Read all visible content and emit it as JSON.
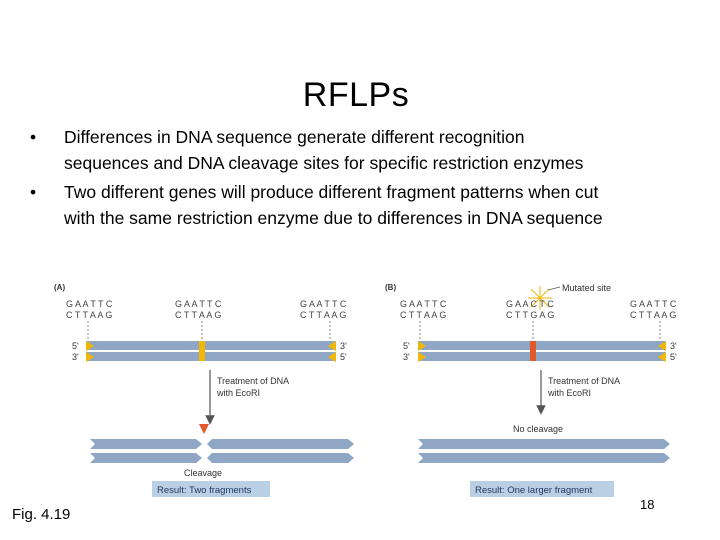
{
  "slide": {
    "title": "RFLPs",
    "bullets": [
      {
        "line1": "Differences in DNA sequence generate different recognition",
        "line2": "sequences and DNA cleavage sites for specific restriction enzymes"
      },
      {
        "line1": "Two different genes will produce different fragment patterns when cut",
        "line2": "with the same restriction enzyme due to differences in DNA sequence"
      }
    ],
    "fig_label": "Fig. 4.19",
    "page_number": "18"
  },
  "figure": {
    "panel_a": {
      "label": "(A)",
      "site_top": "G A A T T C",
      "site_bottom": "C T T A A G",
      "end_left_top": "5'",
      "end_left_bottom": "3'",
      "end_right_top": "3'",
      "end_right_bottom": "5'",
      "treatment_line1": "Treatment of DNA",
      "treatment_line2": "with EcoRI",
      "cleavage": "Cleavage",
      "result": "Result: Two fragments"
    },
    "panel_b": {
      "label": "(B)",
      "site_top": "G A A T T C",
      "site_bottom": "C T T A A G",
      "mutated_top": "G A A C T C",
      "mutated_bottom": "C T T G A G",
      "mutated_site": "Mutated site",
      "end_left_top": "5'",
      "end_left_bottom": "3'",
      "end_right_top": "3'",
      "end_right_bottom": "5'",
      "treatment_line1": "Treatment of DNA",
      "treatment_line2": "with EcoRI",
      "no_cleavage": "No cleavage",
      "result": "Result: One larger fragment"
    },
    "colors": {
      "strand": "#8fa7c4",
      "site": "#f2b705",
      "mutated": "#e2592c",
      "result_box": "#b9cfe4"
    }
  }
}
